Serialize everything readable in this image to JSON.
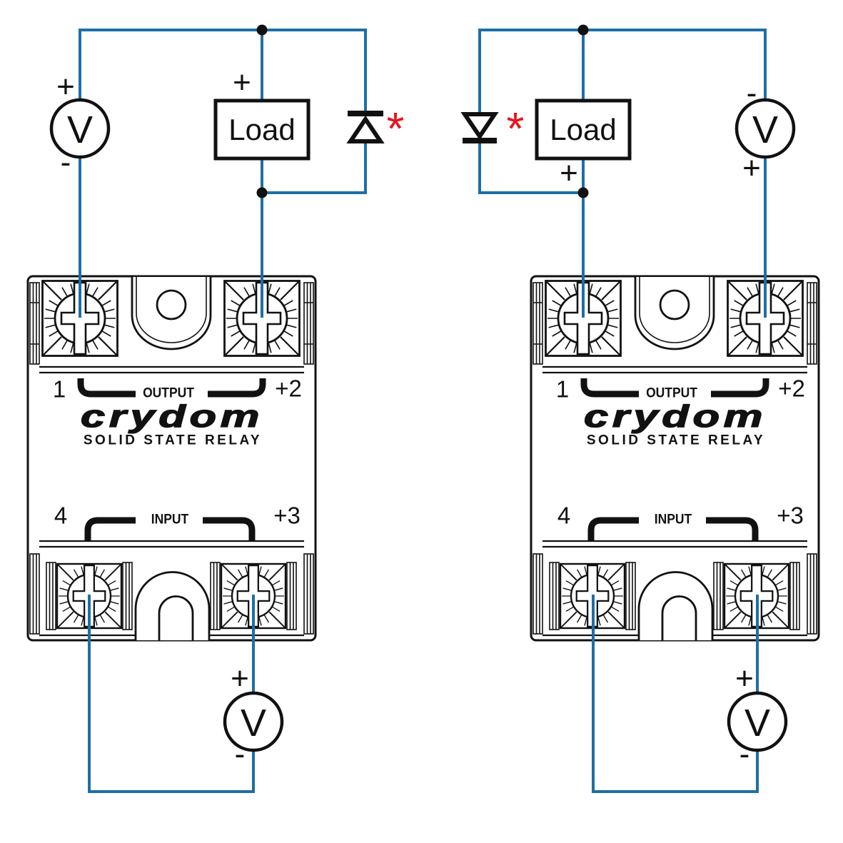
{
  "colors": {
    "wire_blue": "#1e6fa5",
    "asterisk_red": "#e8141e",
    "ink": "#111111"
  },
  "labels": {
    "load": "Load",
    "voltmeter": "V",
    "plus": "+",
    "minus": "-",
    "note_asterisk": "*"
  },
  "relay": {
    "brand": "crydom",
    "type_line": "SOLID STATE RELAY",
    "output_section": "OUTPUT",
    "input_section": "INPUT",
    "terminals": {
      "output_left": "1",
      "output_right": "+2",
      "input_left": "4",
      "input_right": "+3"
    }
  }
}
